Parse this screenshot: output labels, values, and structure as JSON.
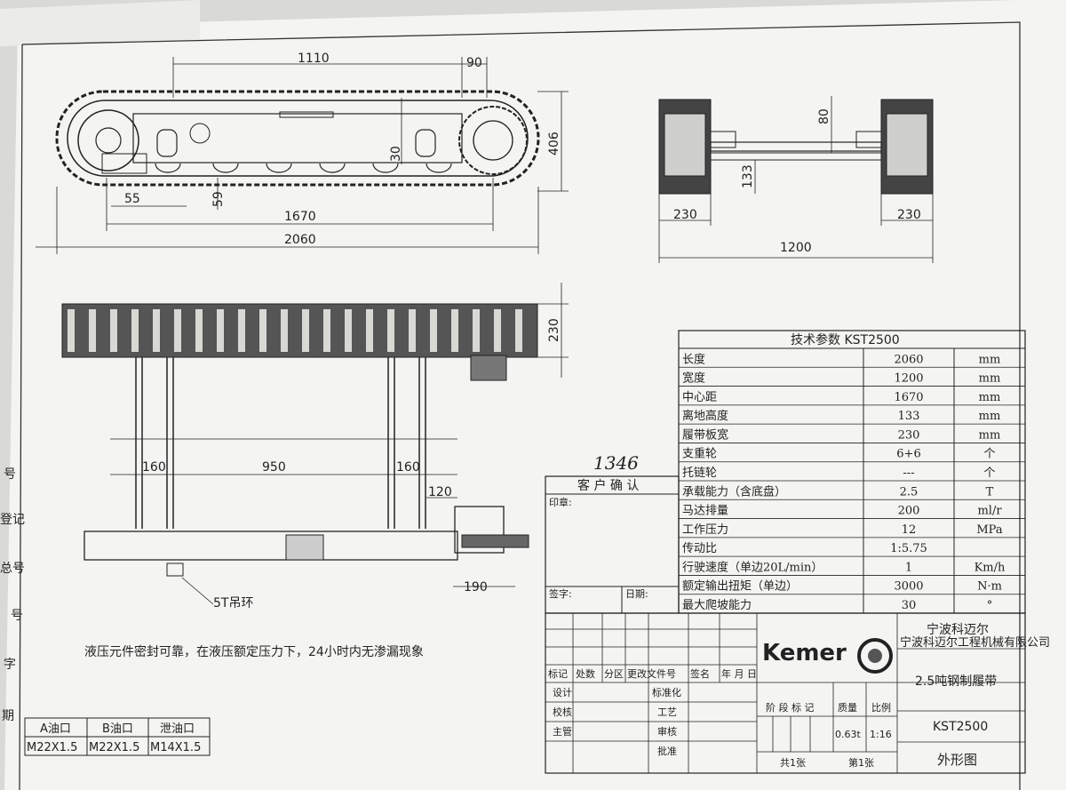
{
  "dimensions": {
    "side_view": [
      "1110",
      "90",
      "406",
      "30",
      "55",
      "59",
      "1670",
      "2060"
    ],
    "front_view": [
      "80",
      "133",
      "230",
      "230",
      "1200"
    ],
    "top_view": [
      "230",
      "160",
      "950",
      "160",
      "120",
      "190"
    ]
  },
  "callouts": {
    "lifting_ring": "5T吊环",
    "handwritten": "1346"
  },
  "note": "液压元件密封可靠，在液压额定压力下，24小时内无渗漏现象",
  "ports": {
    "headers": [
      "A油口",
      "B油口",
      "泄油口"
    ],
    "values": [
      "M22X1.5",
      "M22X1.5",
      "M14X1.5"
    ]
  },
  "left_edge_labels": [
    "号",
    "登记",
    "总号",
    "号",
    "字",
    "期"
  ],
  "spec_table": {
    "title": "技术参数   KST2500",
    "rows": [
      {
        "name": "长度",
        "value": "2060",
        "unit": "mm"
      },
      {
        "name": "宽度",
        "value": "1200",
        "unit": "mm"
      },
      {
        "name": "中心距",
        "value": "1670",
        "unit": "mm"
      },
      {
        "name": "离地高度",
        "value": "133",
        "unit": "mm"
      },
      {
        "name": "履带板宽",
        "value": "230",
        "unit": "mm"
      },
      {
        "name": "支重轮",
        "value": "6+6",
        "unit": "个"
      },
      {
        "name": "托链轮",
        "value": "---",
        "unit": "个"
      },
      {
        "name": "承载能力（含底盘）",
        "value": "2.5",
        "unit": "T"
      },
      {
        "name": "马达排量",
        "value": "200",
        "unit": "ml/r"
      },
      {
        "name": "工作压力",
        "value": "12",
        "unit": "MPa"
      },
      {
        "name": "传动比",
        "value": "1:5.75",
        "unit": ""
      },
      {
        "name": "行驶速度（单边20L/min）",
        "value": "1",
        "unit": "Km/h"
      },
      {
        "name": "额定输出扭矩（单边）",
        "value": "3000",
        "unit": "N·m"
      },
      {
        "name": "最大爬坡能力",
        "value": "30",
        "unit": "°"
      }
    ]
  },
  "customer_box": {
    "title": "客 户 确 认",
    "seal_label": "印章:",
    "sign_label": "签字:",
    "date_label": "日期:"
  },
  "title_block": {
    "logo": "Kemer",
    "company": "宁波科迈尔工程机械有限公司",
    "product": "2.5吨钢制履带",
    "model": "KST2500",
    "view_name": "外形图",
    "rev_headers": [
      "标记",
      "处数",
      "分区",
      "更改文件号",
      "签名",
      "年 月 日"
    ],
    "roles_left": [
      "设计",
      "校核",
      "主管"
    ],
    "roles_right": [
      "标准化",
      "工艺",
      "审核",
      "批准"
    ],
    "stage_label": "阶 段 标 记",
    "mass_label": "质量",
    "scale_label": "比例",
    "mass": "0.63t",
    "scale": "1:16",
    "total_sheets": "共1张",
    "sheet_no": "第1张"
  }
}
